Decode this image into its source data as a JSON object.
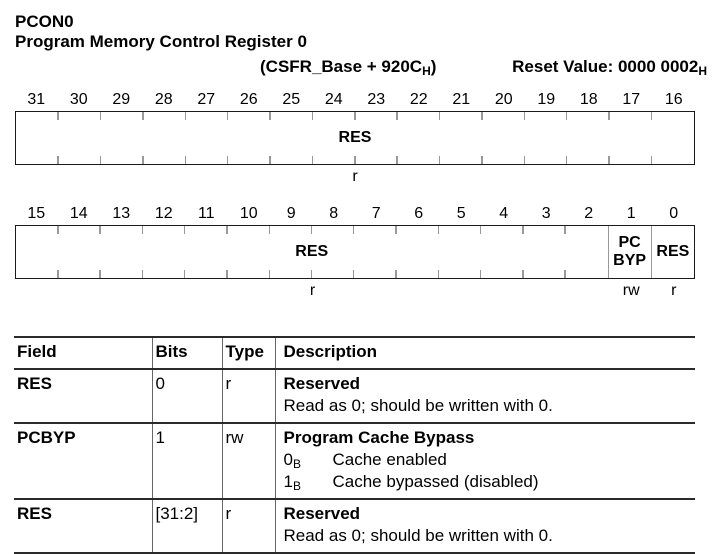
{
  "colors": {
    "line": "#1a1a1a",
    "separator_gray": "#999999"
  },
  "header": {
    "short_name": "PCON0",
    "long_name": "Program Memory Control Register 0",
    "address_prefix": "(CSFR_Base + 920C",
    "address_subscript": "H",
    "address_suffix": ")",
    "reset_label": "Reset Value: 0000 0002",
    "reset_subscript": "H"
  },
  "diagrams": [
    {
      "bits": [
        "31",
        "30",
        "29",
        "28",
        "27",
        "26",
        "25",
        "24",
        "23",
        "22",
        "21",
        "20",
        "19",
        "18",
        "17",
        "16"
      ],
      "fields": [
        {
          "label": "RES",
          "span": 16,
          "access": "r"
        }
      ]
    },
    {
      "bits": [
        "15",
        "14",
        "13",
        "12",
        "11",
        "10",
        "9",
        "8",
        "7",
        "6",
        "5",
        "4",
        "3",
        "2",
        "1",
        "0"
      ],
      "fields": [
        {
          "label": "RES",
          "span": 14,
          "access": "r"
        },
        {
          "label": "PC BYP",
          "span": 1,
          "access": "rw"
        },
        {
          "label": "RES",
          "span": 1,
          "access": "r"
        }
      ]
    }
  ],
  "table": {
    "headers": [
      "Field",
      "Bits",
      "Type",
      "Description"
    ],
    "rows": [
      {
        "field": "RES",
        "bits": "0",
        "type": "r",
        "desc_title": "Reserved",
        "desc_lines": [
          {
            "text": "Read as 0; should be written with 0."
          }
        ]
      },
      {
        "field": "PCBYP",
        "bits": "1",
        "type": "rw",
        "desc_title": "Program Cache Bypass",
        "desc_lines": [
          {
            "value": "0",
            "sub": "B",
            "text": "Cache enabled"
          },
          {
            "value": "1",
            "sub": "B",
            "text": "Cache bypassed (disabled)"
          }
        ]
      },
      {
        "field": "RES",
        "bits": "[31:2]",
        "type": "r",
        "desc_title": "Reserved",
        "desc_lines": [
          {
            "text": "Read as 0; should be written with 0."
          }
        ]
      }
    ]
  }
}
